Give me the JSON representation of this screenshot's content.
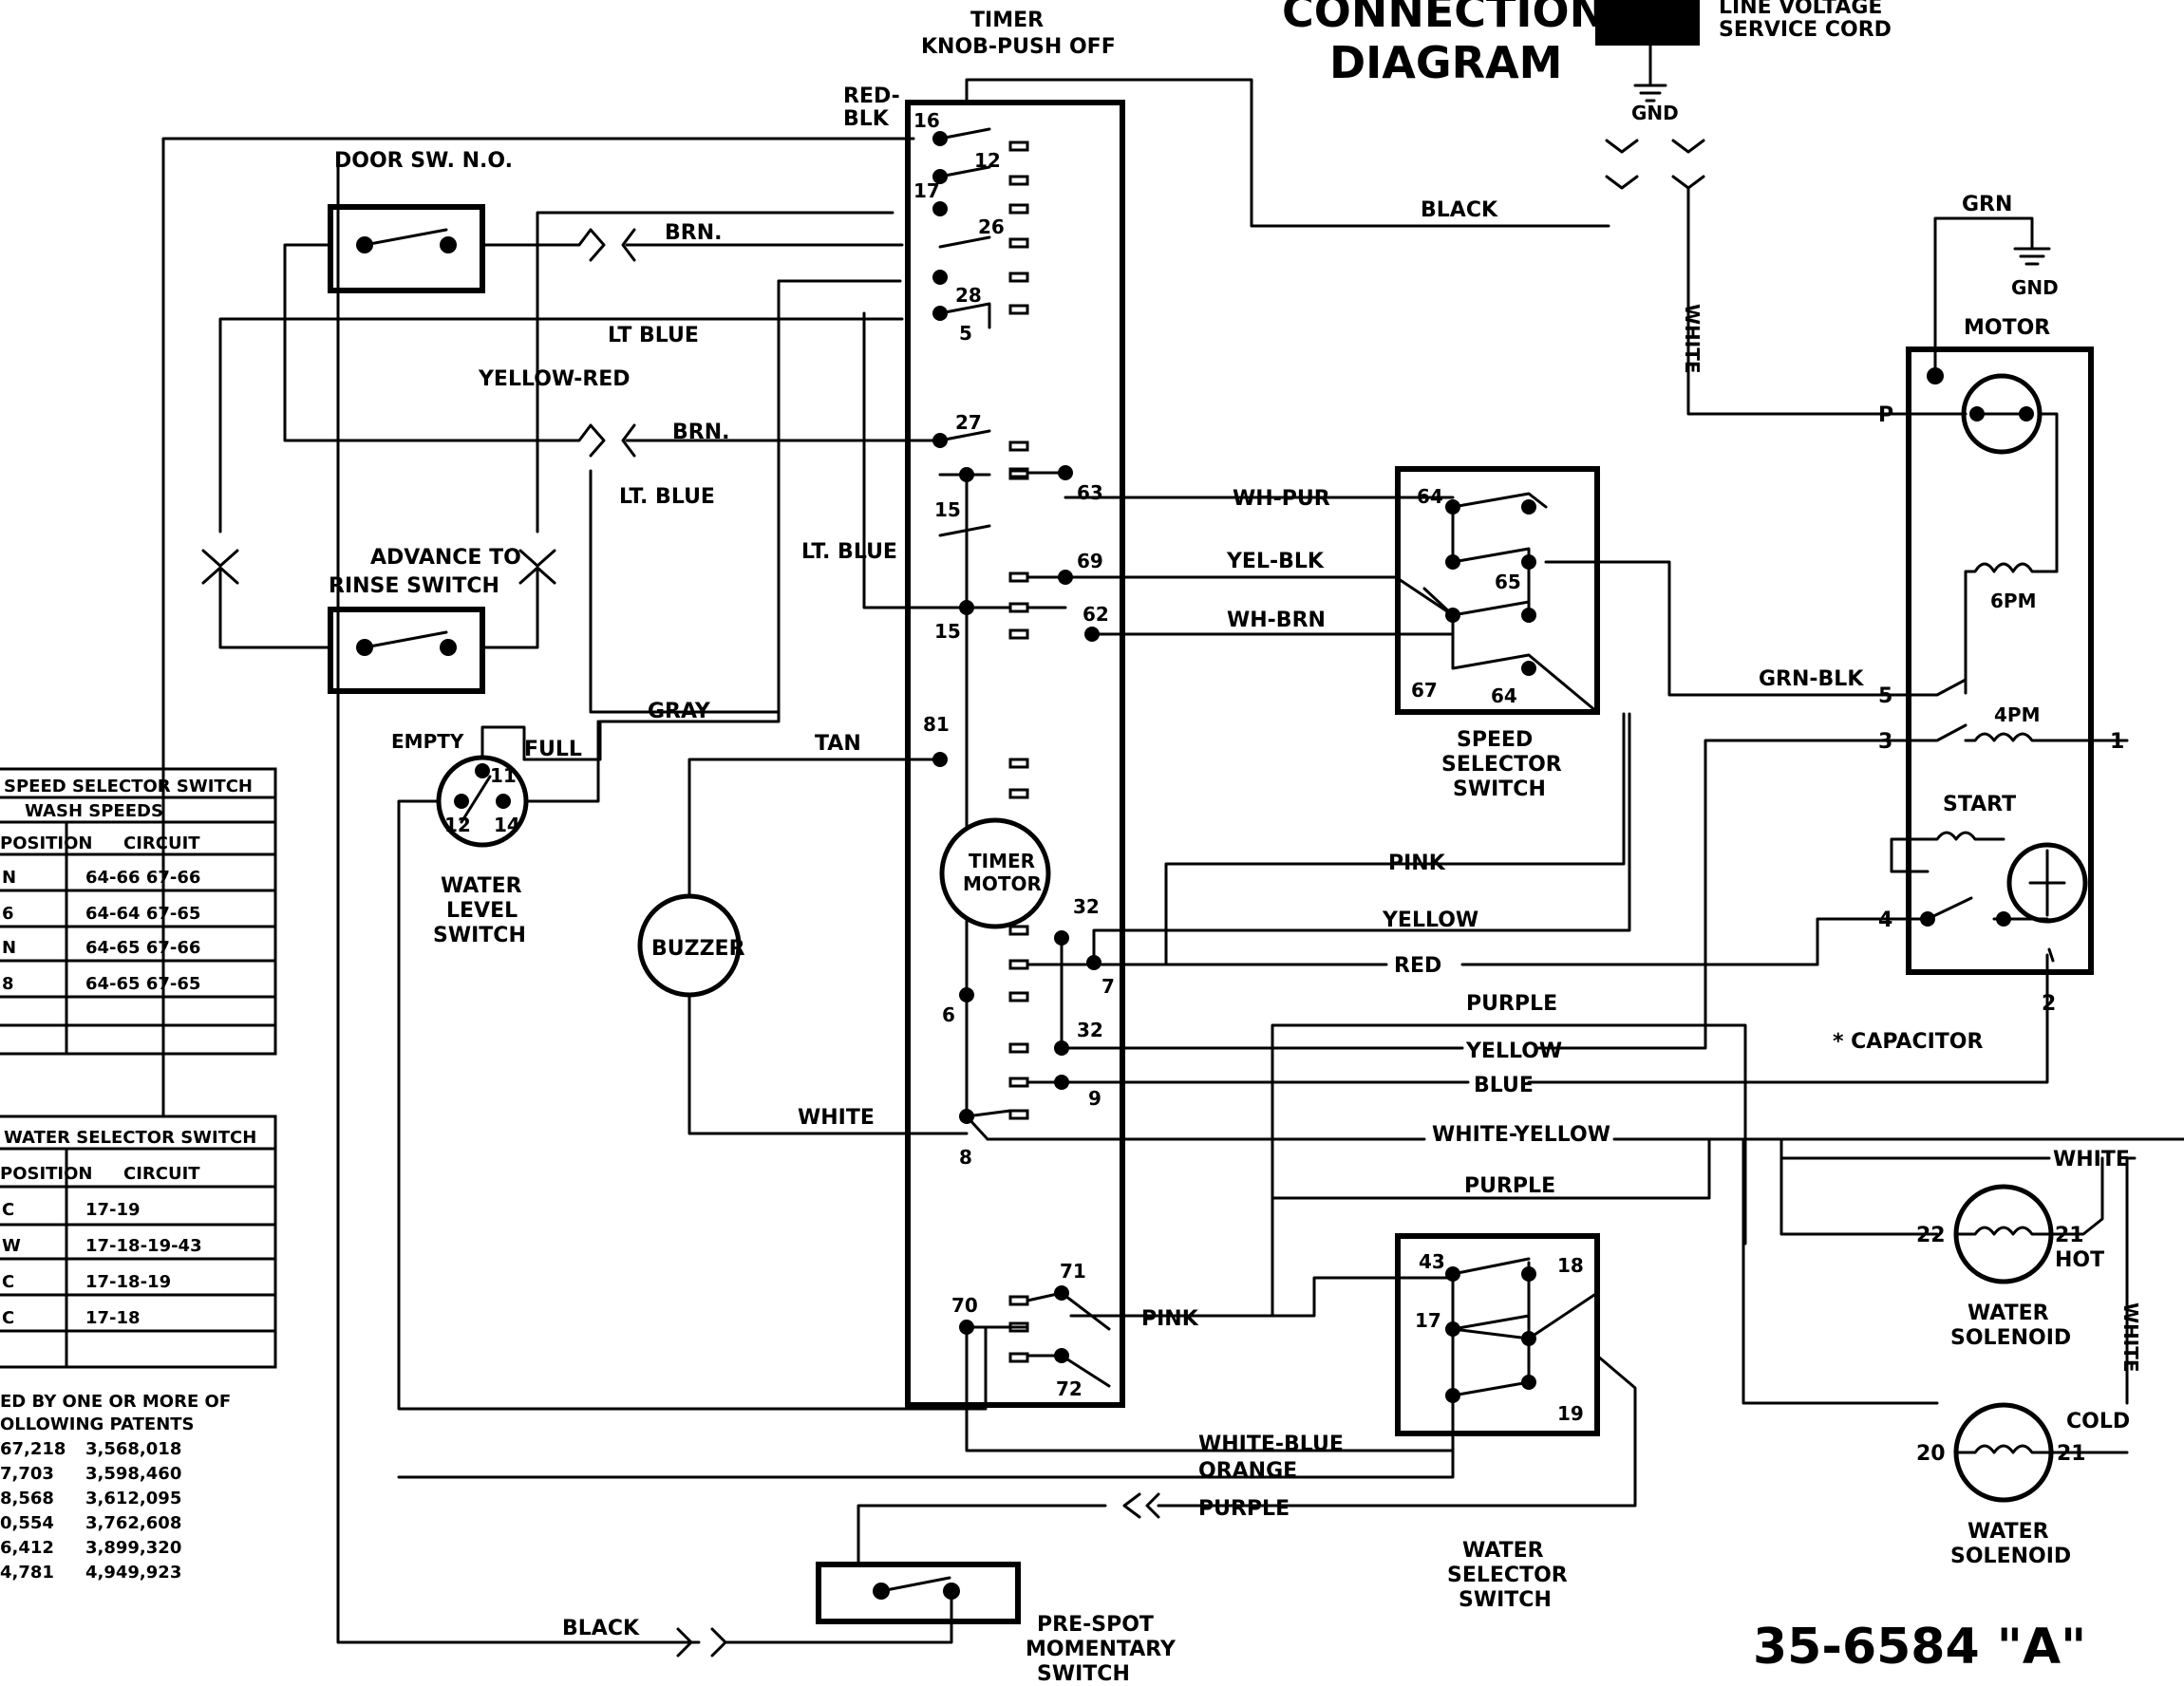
{
  "header": {
    "title_line1": "CONNECTION",
    "title_line2": "DIAGRAM",
    "line_voltage_line1": "LINE VOLTAGE",
    "line_voltage_line2": "SERVICE CORD",
    "gnd": "GND"
  },
  "timer": {
    "label_line1": "TIMER",
    "label_line2": "KNOB-PUSH OFF",
    "motor_line1": "TIMER",
    "motor_line2": "MOTOR",
    "red_blk_1": "RED-",
    "red_blk_2": "BLK",
    "terminals": {
      "t16": "16",
      "t12": "12",
      "t17": "17",
      "t26": "26",
      "t28": "28",
      "t5": "5",
      "t27": "27",
      "t15a": "15",
      "t15b": "15",
      "t63": "63",
      "t69": "69",
      "t62": "62",
      "t81": "81",
      "t32a": "32",
      "t7": "7",
      "t6": "6",
      "t32b": "32",
      "t9": "9",
      "t8": "8",
      "t71": "71",
      "t70": "70",
      "t72": "72"
    }
  },
  "switches": {
    "door": "DOOR SW. N.O.",
    "advance_line1": "ADVANCE TO",
    "advance_line2": "RINSE SWITCH",
    "water_level_line1": "WATER",
    "water_level_line2": "LEVEL",
    "water_level_line3": "SWITCH",
    "empty": "EMPTY",
    "full": "FULL",
    "wl_t11": "11",
    "wl_t12": "12",
    "wl_t14": "14",
    "buzzer": "BUZZER",
    "pre_spot_line1": "PRE-SPOT",
    "pre_spot_line2": "MOMENTARY",
    "pre_spot_line3": "SWITCH"
  },
  "speed_selector": {
    "label_line1": "SPEED",
    "label_line2": "SELECTOR",
    "label_line3": "SWITCH",
    "t64a": "64",
    "t65": "65",
    "t67": "67",
    "t64b": "64"
  },
  "water_selector": {
    "label_line1": "WATER",
    "label_line2": "SELECTOR",
    "label_line3": "SWITCH",
    "t43": "43",
    "t18": "18",
    "t17": "17",
    "t19": "19"
  },
  "motor": {
    "label": "MOTOR",
    "grn": "GRN",
    "gnd": "GND",
    "p": "P",
    "six_pm": "6PM",
    "four_pm": "4PM",
    "start": "START",
    "capacitor": "* CAPACITOR",
    "t5": "5",
    "t3": "3",
    "t1": "1",
    "t4": "4",
    "t2": "2"
  },
  "solenoids": {
    "hot_label": "HOT",
    "cold_label": "COLD",
    "name_line1": "WATER",
    "name_line2": "SOLENOID",
    "t22": "22",
    "t21a": "21",
    "t20": "20",
    "t21b": "21",
    "white_vertical": "WHITE"
  },
  "wires": {
    "brn1": "BRN.",
    "lt_blue1": "LT BLUE",
    "yellow_red": "YELLOW-RED",
    "brn2": "BRN.",
    "lt_blue2": "LT. BLUE",
    "lt_blue3": "LT. BLUE",
    "gray": "GRAY",
    "tan": "TAN",
    "white": "WHITE",
    "black_top": "BLACK",
    "white_cord": "WHITE",
    "wh_pur": "WH-PUR",
    "yel_blk": "YEL-BLK",
    "wh_brn": "WH-BRN",
    "grn_blk": "GRN-BLK",
    "pink1": "PINK",
    "yellow1": "YELLOW",
    "red": "RED",
    "purple1": "PURPLE",
    "yellow2": "YELLOW",
    "blue": "BLUE",
    "white_yellow": "WHITE-YELLOW",
    "white_right": "WHITE",
    "purple2": "PURPLE",
    "pink2": "PINK",
    "white_blue": "WHITE-BLUE",
    "orange": "ORANGE",
    "purple3": "PURPLE",
    "black_bottom": "BLACK"
  },
  "speed_table": {
    "title": "SPEED SELECTOR SWITCH",
    "subtitle": "WASH SPEEDS",
    "col1": "POSITION",
    "col2": "CIRCUIT",
    "rows": [
      [
        "N",
        "64-66 67-66"
      ],
      [
        "6",
        "64-64 67-65"
      ],
      [
        "N",
        "64-65 67-66"
      ],
      [
        "8",
        "64-65 67-65"
      ]
    ]
  },
  "water_table": {
    "title": "WATER SELECTOR SWITCH",
    "col1": "POSITION",
    "col2": "CIRCUIT",
    "rows": [
      [
        "C",
        "17-19"
      ],
      [
        "W",
        "17-18-19-43"
      ],
      [
        "C",
        "17-18-19"
      ],
      [
        "C",
        "17-18"
      ]
    ]
  },
  "patents": {
    "line1": "ED BY ONE OR MORE OF",
    "line2": "OLLOWING PATENTS",
    "rows": [
      [
        "67,218",
        "3,568,018"
      ],
      [
        "7,703",
        "3,598,460"
      ],
      [
        "8,568",
        "3,612,095"
      ],
      [
        "0,554",
        "3,762,608"
      ],
      [
        "6,412",
        "3,899,320"
      ],
      [
        "4,781",
        "4,949,923"
      ]
    ]
  },
  "part_number": "35-6584 \"A\""
}
